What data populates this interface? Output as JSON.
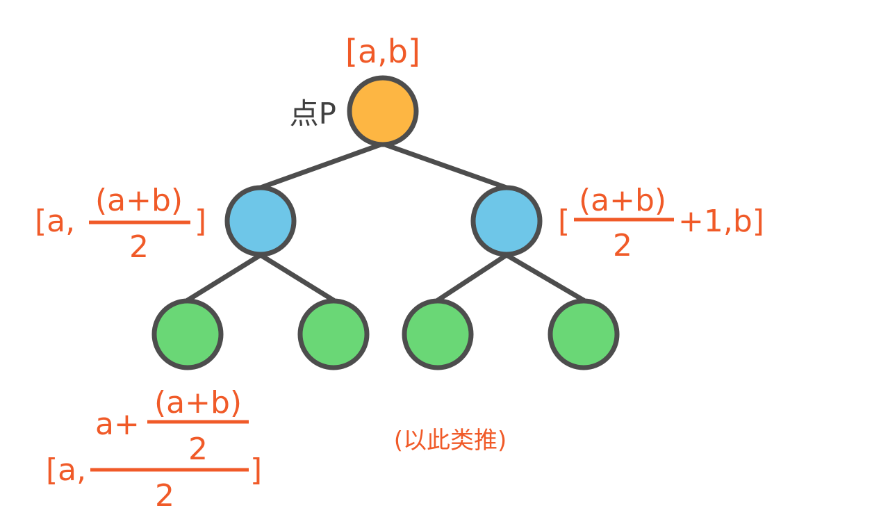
{
  "colors": {
    "root_fill": "#FDB643",
    "level1_fill": "#6EC6E8",
    "level2_fill": "#6AD776",
    "stroke": "#4D4D4D",
    "label": "#F05A28",
    "point_label": "#404040"
  },
  "root": {
    "range": "[a,b]",
    "point_label": "点P"
  },
  "left_child": {
    "open": "[a,",
    "num": "(a+b)",
    "den": "2",
    "close": "]"
  },
  "right_child": {
    "open": "[",
    "num": "(a+b)",
    "den": "2",
    "tail": "+1,b]"
  },
  "grandchild": {
    "open": "[a,",
    "num_prefix": "a+",
    "inner_num": "(a+b)",
    "inner_den": "2",
    "den": "2",
    "close": "]"
  },
  "note": "(以此类推)"
}
